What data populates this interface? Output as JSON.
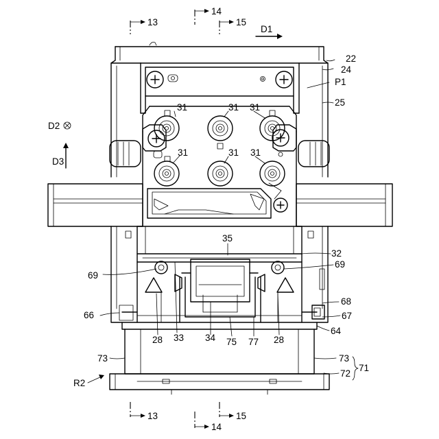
{
  "labels": {
    "sec13": "13",
    "sec14": "14",
    "sec15": "15",
    "d1": "D1",
    "d2": "D2",
    "d3": "D3",
    "r2": "R2",
    "l22": "22",
    "l24": "24",
    "lp1": "P1",
    "l25": "25",
    "l31": "31",
    "l35": "35",
    "l32": "32",
    "l69": "69",
    "l33": "33",
    "l34": "34",
    "l28": "28",
    "l75": "75",
    "l77": "77",
    "l66": "66",
    "l68": "68",
    "l67": "67",
    "l64": "64",
    "l73": "73",
    "l72": "72",
    "l71": "71"
  }
}
